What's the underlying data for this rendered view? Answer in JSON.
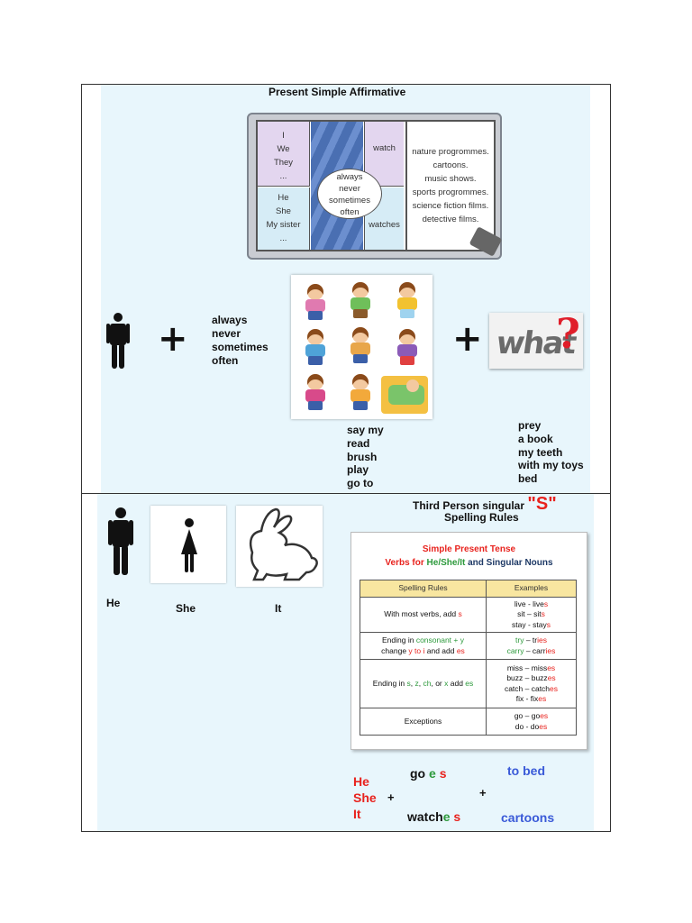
{
  "top": {
    "title": "Present Simple Affirmative",
    "tv": {
      "pronouns_a": [
        "I",
        "We",
        "They",
        "..."
      ],
      "pronouns_b": [
        "He",
        "She",
        "My sister",
        "..."
      ],
      "adverbs": [
        "always",
        "never",
        "sometimes",
        "often"
      ],
      "verb_a": "watch",
      "verb_b": "watches",
      "programmes": [
        "nature progrommes.",
        "cartoons.",
        "music shows.",
        "sports progrommes.",
        "science fiction films.",
        "detective films."
      ]
    },
    "adverbs_list": [
      "always",
      "never",
      "sometimes",
      "often"
    ],
    "plus": "+",
    "what_text": "what",
    "what_mark": "?",
    "verbs_list": [
      "say my",
      "read",
      "brush",
      "play",
      "go to"
    ],
    "objects_list": [
      "prey",
      "a book",
      "my teeth",
      "with my toys",
      "bed"
    ]
  },
  "bottom": {
    "labels": {
      "he": "He",
      "she": "She",
      "it": "It"
    },
    "title_line1": "Third Person singular",
    "title_s": "\"S\"",
    "title_line2": "Spelling Rules",
    "rules": {
      "title": "Simple Present Tense",
      "subtitle_a": "Verbs for ",
      "subtitle_b": "He/She/It",
      "subtitle_c": " and Singular Nouns",
      "col1": "Spelling Rules",
      "col2": "Examples",
      "rows": {
        "r1_a": "With most verbs, add ",
        "r1_b": "s",
        "r1_ex": [
          [
            "live - live",
            "s"
          ],
          [
            "sit – sit",
            "s"
          ],
          [
            "stay - stay",
            "s"
          ]
        ],
        "r2_a": "Ending in ",
        "r2_b": "consonant + y",
        "r2_c": "change ",
        "r2_d": "y to i",
        "r2_e": " and add ",
        "r2_f": "es",
        "r2_ex": [
          [
            "try",
            " – tr",
            "ies"
          ],
          [
            "carry",
            " – carr",
            "ies"
          ]
        ],
        "r3_a": "Ending in ",
        "r3_s": "s",
        "r3_z": "z",
        "r3_ch": "ch",
        "r3_or": ", or ",
        "r3_x": "x",
        "r3_add": " add ",
        "r3_es": "es",
        "r3_ex": [
          [
            "miss – miss",
            "es"
          ],
          [
            "buzz – buzz",
            "es"
          ],
          [
            "catch – catch",
            "es"
          ],
          [
            "fix - fix",
            "es"
          ]
        ],
        "r4": "Exceptions",
        "r4_ex": [
          [
            "go – go",
            "es"
          ],
          [
            "do - do",
            "es"
          ]
        ]
      }
    },
    "formula": {
      "subjects": [
        "He",
        "She",
        "It"
      ],
      "plus": "+",
      "verb1": "go",
      "verb1_e": "e",
      "verb1_s": "s",
      "verb2": "watch",
      "verb2_e": "e",
      "verb2_s": "s",
      "obj1": "to bed",
      "obj2": "cartoons"
    }
  },
  "colors": {
    "panel": "#e8f6fc",
    "red": "#e8231e",
    "green": "#2d9a3c",
    "blue": "#3a5ad8"
  }
}
